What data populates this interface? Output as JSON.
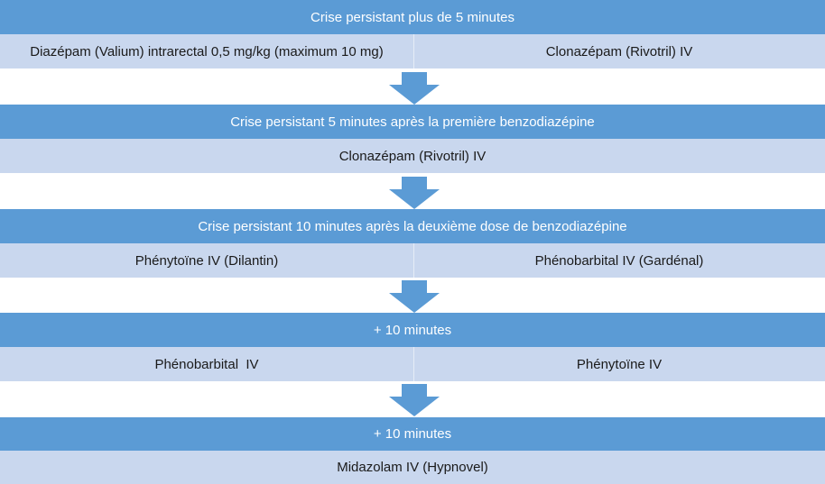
{
  "steps": [
    {
      "header": "Crise persistant plus de 5 minutes",
      "options": [
        "Diazépam (Valium) intrarectal 0,5 mg/kg (maximum 10 mg)",
        "Clonazépam (Rivotril) IV"
      ]
    },
    {
      "header": "Crise persistant 5 minutes après la première benzodiazépine",
      "options": [
        "Clonazépam (Rivotril) IV"
      ]
    },
    {
      "header": "Crise persistant 10 minutes après la deuxième dose de benzodiazépine",
      "options": [
        "Phénytoïne IV (Dilantin)",
        "Phénobarbital IV (Gardénal)"
      ]
    },
    {
      "header": "+ 10 minutes",
      "options": [
        "Phénobarbital  IV",
        "Phénytoïne IV"
      ]
    },
    {
      "header": "+ 10 minutes",
      "options": [
        "Midazolam IV (Hypnovel)"
      ]
    }
  ],
  "colors": {
    "header_bg": "#5b9bd5",
    "header_text": "#ffffff",
    "row_bg": "#c9d7ee",
    "arrow": "#5b9bd5"
  }
}
